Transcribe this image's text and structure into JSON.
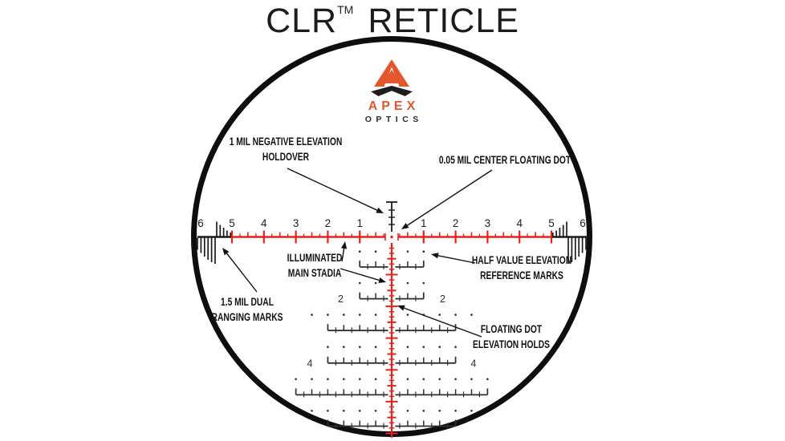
{
  "title": {
    "main": "CLR",
    "tm": "TM",
    "suffix": "RETICLE"
  },
  "logo": {
    "brand": "APEX",
    "sub": "OPTICS",
    "orange": "#E4562B",
    "black": "#1D1D1B"
  },
  "annotations": {
    "neg_elev": {
      "line1": "1 MIL NEGATIVE ELEVATION",
      "line2": "HOLDOVER"
    },
    "center_dot": {
      "line1": "0.05 MIL CENTER FLOATING DOT",
      "line2": ""
    },
    "main_stadia": {
      "line1": "ILLUMINATED",
      "line2": "MAIN STADIA"
    },
    "half_value": {
      "line1": "HALF VALUE ELEVATION",
      "line2": "REFERENCE MARKS"
    },
    "dual_ranging": {
      "line1": "1.5 MIL DUAL",
      "line2": "RANGING MARKS"
    },
    "floating_dot": {
      "line1": "FLOATING DOT",
      "line2": "ELEVATION HOLDS"
    }
  },
  "reticle": {
    "mil_numbers": [
      "1",
      "2",
      "3",
      "4",
      "5",
      "6"
    ],
    "tree_row_labels": [
      "2",
      "4"
    ],
    "colors": {
      "red": "#E8211D",
      "black": "#1B1B1B",
      "tree": "#2E2E2E"
    }
  }
}
